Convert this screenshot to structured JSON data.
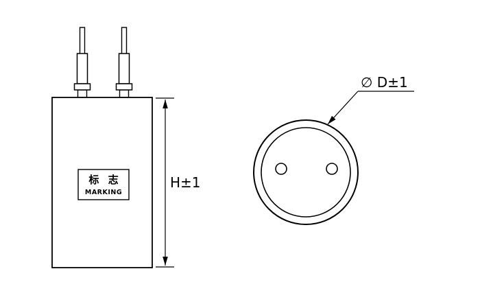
{
  "drawing": {
    "front_view": {
      "marking_label": {
        "cn": "标 志",
        "en": "MARKING"
      },
      "height_dimension": "H±1"
    },
    "top_view": {
      "diameter_dimension": "∅ D±1"
    },
    "colors": {
      "line": "#000000",
      "background": "#ffffff"
    }
  }
}
